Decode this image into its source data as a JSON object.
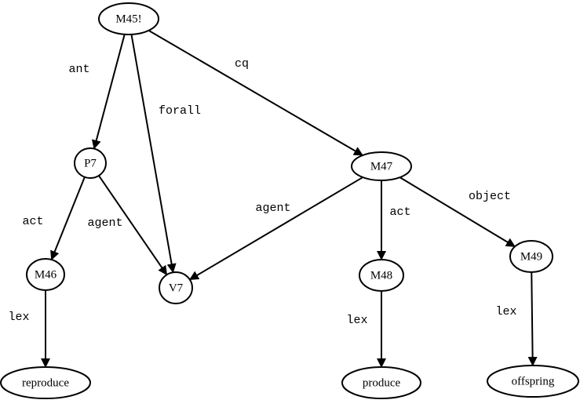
{
  "diagram": {
    "type": "semantic-network",
    "nodes": [
      {
        "id": "M45!",
        "label": "M45!"
      },
      {
        "id": "P7",
        "label": "P7"
      },
      {
        "id": "M47",
        "label": "M47"
      },
      {
        "id": "M46",
        "label": "M46"
      },
      {
        "id": "V7",
        "label": "V7"
      },
      {
        "id": "M48",
        "label": "M48"
      },
      {
        "id": "M49",
        "label": "M49"
      },
      {
        "id": "reproduce",
        "label": "reproduce"
      },
      {
        "id": "produce",
        "label": "produce"
      },
      {
        "id": "offspring",
        "label": "offspring"
      }
    ],
    "edges": [
      {
        "from": "M45!",
        "to": "P7",
        "label": "ant"
      },
      {
        "from": "M45!",
        "to": "V7",
        "label": "forall"
      },
      {
        "from": "M45!",
        "to": "M47",
        "label": "cq"
      },
      {
        "from": "P7",
        "to": "M46",
        "label": "act"
      },
      {
        "from": "P7",
        "to": "V7",
        "label": "agent"
      },
      {
        "from": "M47",
        "to": "V7",
        "label": "agent"
      },
      {
        "from": "M47",
        "to": "M48",
        "label": "act"
      },
      {
        "from": "M47",
        "to": "M49",
        "label": "object"
      },
      {
        "from": "M46",
        "to": "reproduce",
        "label": "lex"
      },
      {
        "from": "M48",
        "to": "produce",
        "label": "lex"
      },
      {
        "from": "M49",
        "to": "offspring",
        "label": "lex"
      }
    ]
  }
}
